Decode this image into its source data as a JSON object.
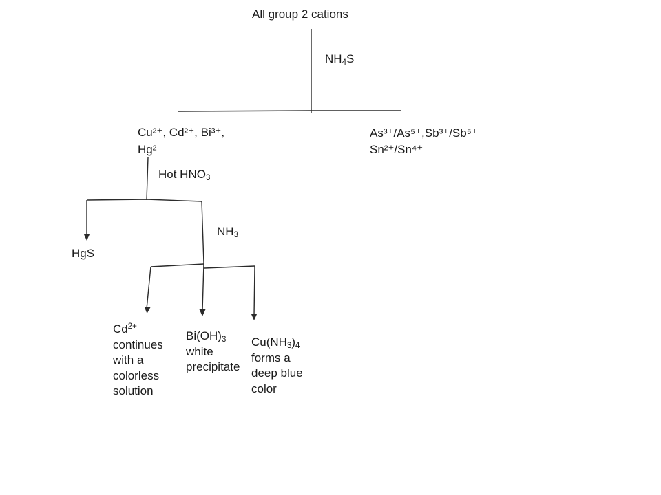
{
  "diagram": {
    "root": "All group 2 cations",
    "reagents": {
      "nh4s": {
        "pre": "NH",
        "sub": "4",
        "post": "S"
      },
      "hot_hno3": {
        "pre": "Hot HNO",
        "sub": "3"
      },
      "nh3": {
        "pre": "NH",
        "sub": "3"
      }
    },
    "groups": {
      "copper_group": {
        "line1": "Cu²⁺, Cd²⁺, Bi³⁺,",
        "line2": "Hg²"
      },
      "arsenic_group": {
        "line1": "As³⁺/As⁵⁺,Sb³⁺/Sb⁵⁺",
        "line2": "Sn²⁺/Sn⁴⁺"
      }
    },
    "results": {
      "hgs": "HgS",
      "cd": {
        "formula_base": "Cd",
        "formula_sup": "2+",
        "lines": [
          "continues",
          "with a",
          "colorless",
          "solution"
        ]
      },
      "bi": {
        "formula_base": "Bi(OH)",
        "formula_sub": "3",
        "lines": [
          "white",
          "precipitate"
        ]
      },
      "cu": {
        "formula_pre": "Cu(NH",
        "formula_sub1": "3",
        "formula_mid": ")",
        "formula_sub2": "4",
        "lines": [
          "forms a",
          "deep blue",
          "color"
        ]
      }
    },
    "colors": {
      "line": "#2b2b2b",
      "text": "#1a1a1a",
      "background": "#ffffff"
    }
  }
}
